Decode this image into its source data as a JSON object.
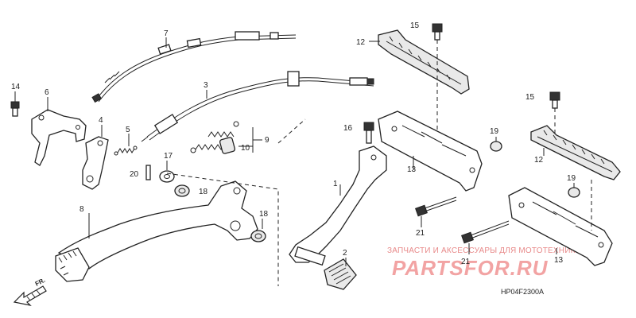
{
  "callouts": {
    "c1": "1",
    "c2": "2",
    "c3": "3",
    "c4": "4",
    "c5": "5",
    "c6": "6",
    "c7": "7",
    "c8": "8",
    "c9": "9",
    "c10": "10",
    "c12a": "12",
    "c12b": "12",
    "c13a": "13",
    "c13b": "13",
    "c14": "14",
    "c15a": "15",
    "c15b": "15",
    "c16": "16",
    "c17": "17",
    "c18a": "18",
    "c18b": "18",
    "c19a": "19",
    "c19b": "19",
    "c20": "20",
    "c21a": "21",
    "c21b": "21"
  },
  "diagram_code": "HP04F2300A",
  "watermark": {
    "line1": "ЗАПЧАСТИ И АКСЕССУАРЫ ДЛЯ МОТОТЕХНИКИ",
    "line2": "PARTSFOR.RU"
  },
  "front_indicator": "FR.",
  "colors": {
    "ink": "#222222",
    "watermark": "#f2a3a3"
  }
}
